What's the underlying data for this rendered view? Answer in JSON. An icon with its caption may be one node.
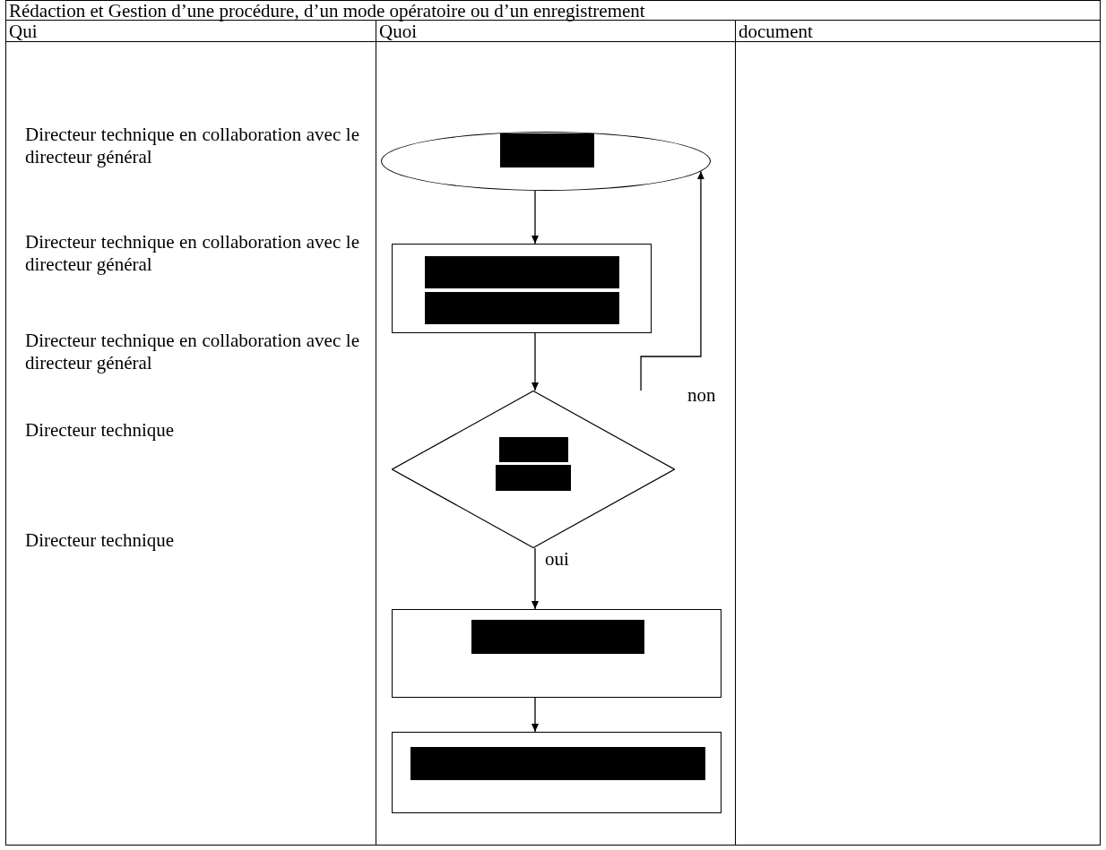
{
  "diagram": {
    "nodes": [
      {
        "text": [],
        "shape": "ellipse"
      },
      {
        "text": [],
        "shape": "box"
      },
      {
        "text": [],
        "shape": "diamond"
      },
      {
        "text": [],
        "shape": "box"
      },
      {
        "text": [],
        "shape": "box"
      }
    ],
    "edges": [
      {
        "from": 0,
        "to": 1,
        "arrow": "to"
      },
      {
        "from": 1,
        "to": 2,
        "arrow": "to"
      },
      {
        "from": 2,
        "to": 3,
        "arrow": "to",
        "label": "oui"
      },
      {
        "from": 2,
        "to": 0,
        "arrow": "to",
        "label": "non"
      },
      {
        "from": 3,
        "to": 4,
        "arrow": "to"
      }
    ],
    "labels": [
      "Rédaction et Gestion d’une procédure, d’un mode opératoire ou d’un enregistrement",
      "Qui",
      "Quoi",
      "document",
      "Directeur technique en collaboration avec le directeur général",
      "Directeur technique en collaboration avec le directeur général",
      "Directeur technique en collaboration avec le directeur général",
      "Directeur technique",
      "Directeur technique"
    ]
  }
}
